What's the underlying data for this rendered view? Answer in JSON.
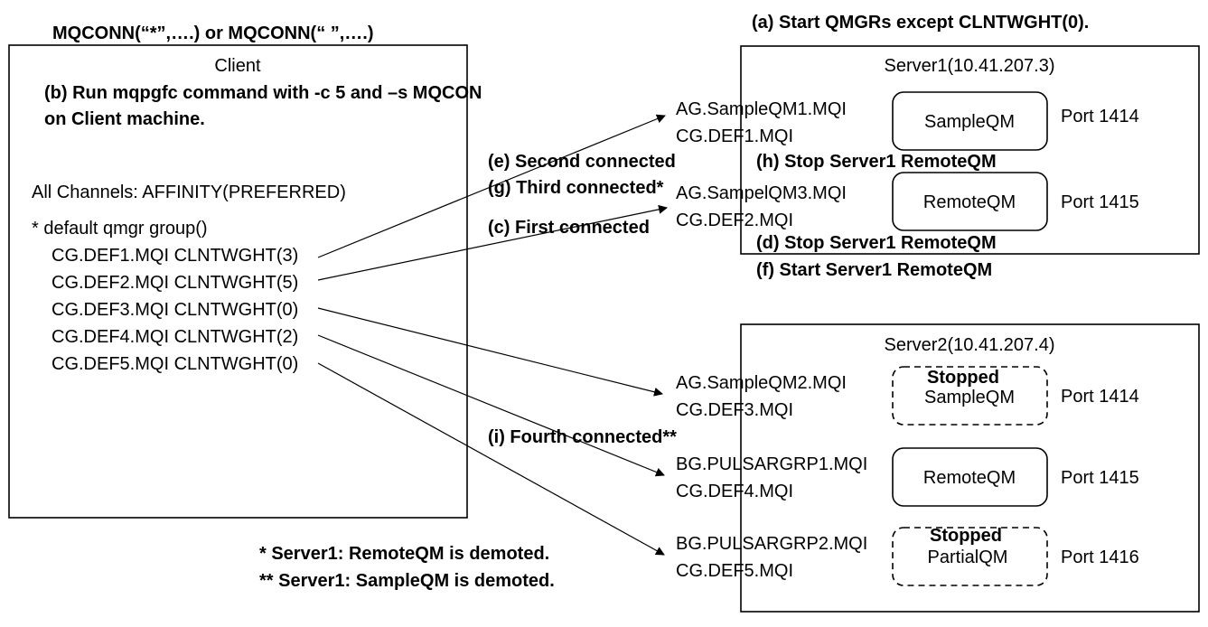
{
  "top_note": "MQCONN(“*”,….) or MQCONN(“ ”,….)",
  "step_a": "(a) Start QMGRs except CLNTWGHT(0).",
  "client": {
    "title": "Client",
    "step_b_line1": "(b) Run mqpgfc command with -c 5 and –s MQCON",
    "step_b_line2": "on Client machine.",
    "affinity": "All Channels: AFFINITY(PREFERRED)",
    "group": "* default qmgr group()",
    "channels": [
      "CG.DEF1.MQI CLNTWGHT(3)",
      "CG.DEF2.MQI CLNTWGHT(5)",
      "CG.DEF3.MQI CLNTWGHT(0)",
      "CG.DEF4.MQI CLNTWGHT(2)",
      "CG.DEF5.MQI CLNTWGHT(0)"
    ]
  },
  "server1": {
    "title": "Server1(10.41.207.3)",
    "entries": [
      {
        "line1": "AG.SampleQM1.MQI",
        "line2": "CG.DEF1.MQI",
        "qm": "SampleQM",
        "port": "Port 1414",
        "status": ""
      },
      {
        "line1": "AG.SampelQM3.MQI",
        "line2": "CG.DEF2.MQI",
        "qm": "RemoteQM",
        "port": "Port 1415",
        "status": ""
      }
    ]
  },
  "server2": {
    "title": "Server2(10.41.207.4)",
    "entries": [
      {
        "line1": "AG.SampleQM2.MQI",
        "line2": "CG.DEF3.MQI",
        "qm": "SampleQM",
        "port": "Port 1414",
        "status": "Stopped"
      },
      {
        "line1": "BG.PULSARGRP1.MQI",
        "line2": "CG.DEF4.MQI",
        "qm": "RemoteQM",
        "port": "Port 1415",
        "status": ""
      },
      {
        "line1": "BG.PULSARGRP2.MQI",
        "line2": "CG.DEF5.MQI",
        "qm": "PartialQM",
        "port": "Port 1416",
        "status": "Stopped"
      }
    ]
  },
  "steps": {
    "c": "(c) First connected",
    "d": "(d) Stop Server1 RemoteQM",
    "e": "(e) Second connected",
    "f": "(f) Start Server1 RemoteQM",
    "g": "(g) Third connected*",
    "h": "(h) Stop Server1 RemoteQM",
    "i": "(i) Fourth connected**"
  },
  "footnotes": [
    "* Server1: RemoteQM is demoted.",
    "** Server1: SampleQM is demoted."
  ]
}
